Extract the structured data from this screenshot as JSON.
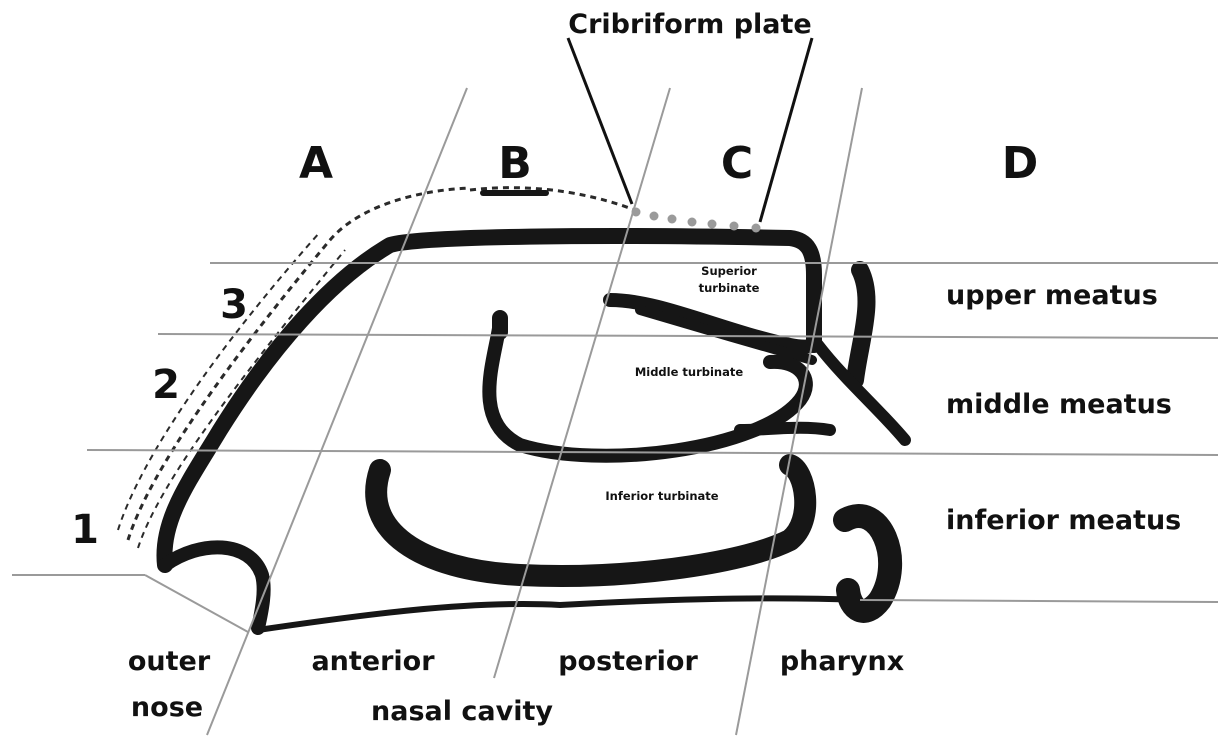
{
  "title": "Cribriform plate",
  "columns": [
    "A",
    "B",
    "C",
    "D"
  ],
  "rows": [
    "1",
    "2",
    "3"
  ],
  "meatus": [
    "upper meatus",
    "middle meatus",
    "inferior meatus"
  ],
  "turbinates": {
    "superior_line1": "Superior",
    "superior_line2": "turbinate",
    "middle": "Middle turbinate",
    "inferior": "Inferior turbinate"
  },
  "regions": {
    "outer_line1": "outer",
    "outer_line2": "nose",
    "anterior": "anterior",
    "nasal_cavity": "nasal cavity",
    "posterior": "posterior",
    "pharynx": "pharynx"
  }
}
